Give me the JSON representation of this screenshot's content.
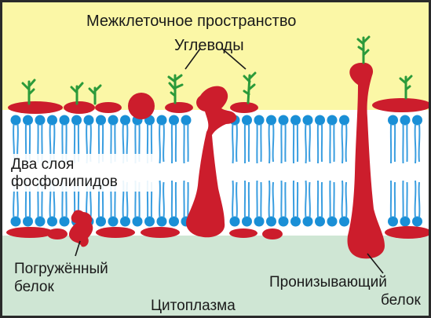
{
  "diagram": {
    "labels": {
      "extracellular_space": "Межклеточное пространство",
      "carbohydrates": "Углеводы",
      "phospholipid_bilayer_line1": "Два слоя",
      "phospholipid_bilayer_line2": "фосфолипидов",
      "embedded_protein_line1": "Погружённый",
      "embedded_protein_line2": "белок",
      "transmembrane_protein_line1": "Пронизывающий",
      "transmembrane_protein_line2": "белок",
      "cytoplasm": "Цитоплазма"
    },
    "colors": {
      "extracellular_background": "#fbf7a6",
      "cytoplasm_background": "#cfe6d4",
      "lipid_heads": "#1a8fd6",
      "lipid_tails": "#3a9ee0",
      "protein": "#cc1d2c",
      "carbohydrate": "#2b9a3a",
      "frame": "#2a2a2a"
    },
    "structures": [
      "phospholipid-bilayer",
      "peripheral-protein",
      "embedded-protein",
      "transmembrane-protein",
      "glycoprotein-carbohydrates"
    ]
  }
}
